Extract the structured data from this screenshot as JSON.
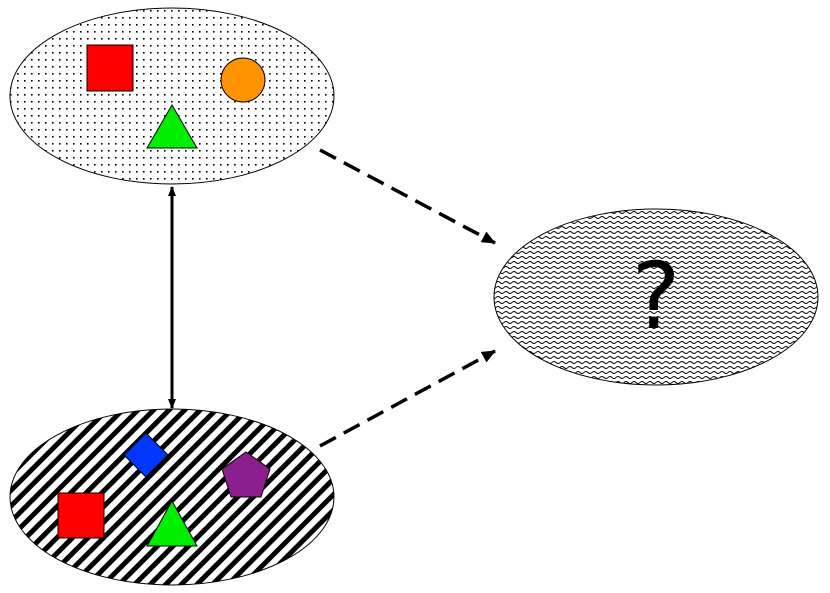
{
  "diagram": {
    "unknown_label": "?",
    "colors": {
      "square": "#ff0000",
      "circle": "#ff9400",
      "triangle": "#00ee00",
      "diamond": "#0037ff",
      "pentagon": "#8b1f8e",
      "outline": "#000000"
    },
    "top_set": [
      "square",
      "circle",
      "triangle"
    ],
    "bottom_set": [
      "diamond",
      "pentagon",
      "square",
      "triangle"
    ],
    "connectors": [
      {
        "from": "top-set",
        "to": "bottom-set",
        "style": "solid",
        "direction": "both"
      },
      {
        "from": "top-set",
        "to": "unknown-set",
        "style": "dashed",
        "direction": "forward"
      },
      {
        "from": "bottom-set",
        "to": "unknown-set",
        "style": "dashed",
        "direction": "forward"
      }
    ]
  }
}
